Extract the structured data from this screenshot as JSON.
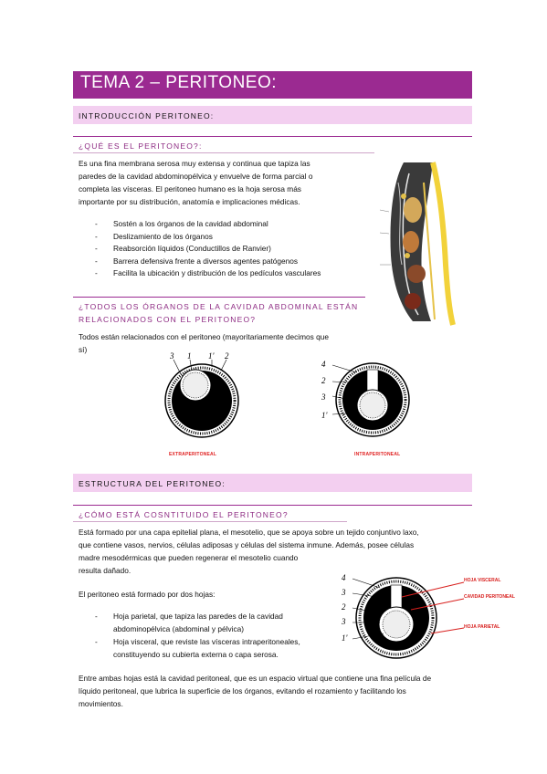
{
  "title": "TEMA 2 – PERITONEO:",
  "sections": {
    "intro_band": "INTRODUCCIÓN PERITONEO:",
    "q1": "¿QUÉ ES EL PERITONEO?:",
    "q1_lines": [
      "Es una fina membrana serosa muy extensa y continua que tapiza las",
      "paredes de la cavidad abdominopélvica y envuelve de forma parcial o",
      "completa las vísceras. El peritoneo humano es la hoja serosa más",
      "importante por su distribución, anatomía e implicaciones médicas."
    ],
    "functions": [
      "Sostén a los órganos de la cavidad abdominal",
      "Deslizamiento de los órganos",
      "Reabsorción líquidos (Conductillos de Ranvier)",
      "Barrera defensiva frente a diversos agentes patógenos",
      "Facilita la ubicación y distribución de los pedículos vasculares"
    ],
    "q2_line1": "¿TODOS LOS ÓRGANOS DE LA CAVIDAD ABDOMINAL ESTÁN",
    "q2_line2": "RELACIONADOS CON EL PERITONEO?",
    "q2_answer_line1": "Todos están relacionados con el peritoneo (mayoritariamente decimos que",
    "q2_answer_line2": "sí)",
    "fig_left_caption": "EXTRAPERITONEAL",
    "fig_right_caption": "INTRAPERITONEAL",
    "fig_left_numbers": [
      "3",
      "1",
      "1'",
      "2"
    ],
    "fig_right_numbers": [
      "4",
      "2",
      "3",
      "1'"
    ],
    "estructura_band": "ESTRUCTURA DEL PERITONEO:",
    "q3": "¿CÓMO ESTÁ COSNTITUIDO EL PERITONEO?",
    "q3_lines": [
      "Está formado por una capa epitelial plana, el mesotelio, que se apoya sobre un tejido conjuntivo laxo,",
      "que contiene vasos, nervios, células adiposas y células del sistema inmune. Además, posee células",
      "madre mesodérmicas que pueden regenerar el mesotelio cuando",
      "resulta dañado."
    ],
    "dos_hojas_intro": "El peritoneo está formado por dos hojas:",
    "hojas": [
      {
        "line1": "Hoja parietal, que tapiza las paredes de la cavidad",
        "line2": "abdominopélvica (abdominal y pélvica)"
      },
      {
        "line1": "Hoja visceral, que reviste las vísceras intraperitoneales,",
        "line2": "constituyendo su cubierta externa o capa serosa."
      }
    ],
    "fig3_numbers": [
      "4",
      "3",
      "2",
      "3",
      "1'"
    ],
    "fig3_labels": [
      "HOJA VISCERAL",
      "CAVIDAD PERITONEAL",
      "HOJA PARIETAL"
    ],
    "final_lines": [
      "Entre ambas hojas está la cavidad peritoneal, que es un espacio virtual que contiene una fina película de",
      "líquido peritoneal, que lubrica la superficie de los órganos, evitando el rozamiento y facilitando los",
      "movimientos."
    ]
  },
  "colors": {
    "accent": "#9b2a91",
    "band": "#f3cff0",
    "label_red": "#d8201e"
  }
}
